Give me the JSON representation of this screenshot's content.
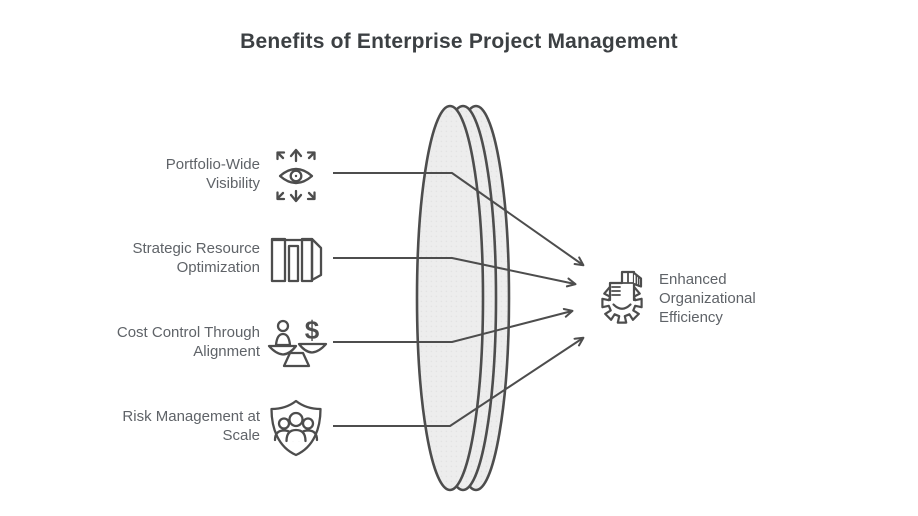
{
  "header": {
    "title": "Benefits of Enterprise Project Management"
  },
  "left_items": [
    {
      "icon": "visibility-eye-arrows-icon",
      "lines": [
        "Portfolio-Wide",
        "Visibility"
      ]
    },
    {
      "icon": "resource-library-icon",
      "lines": [
        "Strategic Resource",
        "Optimization"
      ]
    },
    {
      "icon": "cost-balance-scale-icon",
      "lines": [
        "Cost Control Through",
        "Alignment"
      ]
    },
    {
      "icon": "risk-shield-team-icon",
      "lines": [
        "Risk Management at",
        "Scale"
      ]
    }
  ],
  "right_item": {
    "icon": "efficiency-gear-building-icon",
    "lines": [
      "Enhanced",
      "Organizational",
      "Efficiency"
    ]
  },
  "icons": {
    "scale_dollar_glyph": "$"
  },
  "graphic": {
    "lens": "converging-lens",
    "connector_count": 4
  },
  "colors": {
    "stroke": "#4d4d4d",
    "lens_fill": "#ededed",
    "lens_dot": "#e3e3e3",
    "label_text": "#5f6368",
    "title_text": "#3c4043",
    "background": "#ffffff"
  }
}
